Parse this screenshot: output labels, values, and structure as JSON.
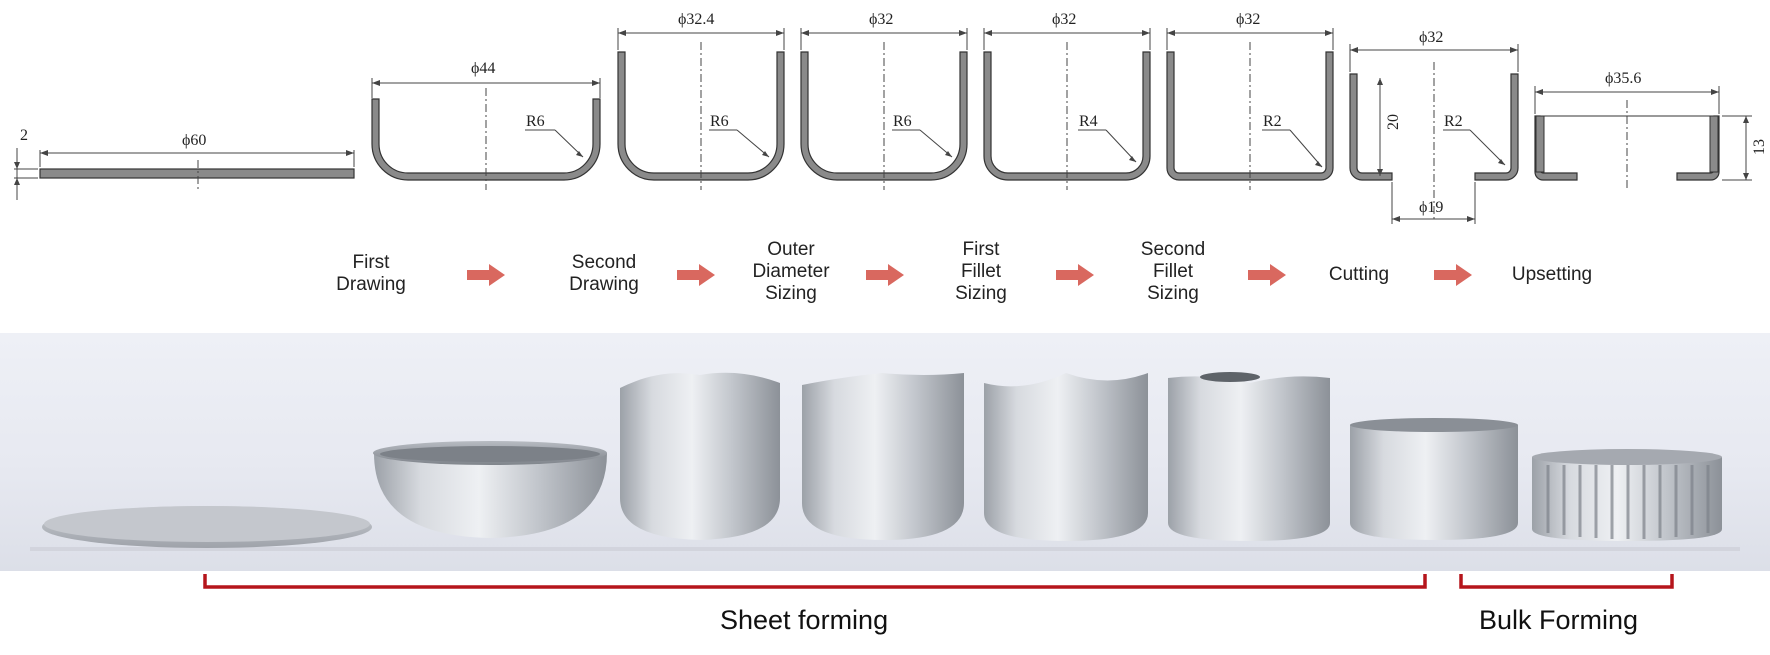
{
  "dimensions": {
    "blank_thickness": "2",
    "blank_dia": "ϕ60",
    "d1_dia": "ϕ44",
    "d1_r": "R6",
    "d2_dia": "ϕ32.4",
    "d2_r": "R6",
    "d3_dia": "ϕ32",
    "d3_r": "R6",
    "d4_dia": "ϕ32",
    "d4_r": "R4",
    "d5_dia": "ϕ32",
    "d5_r": "R2",
    "d6_dia": "ϕ32",
    "d6_height": "20",
    "d6_r": "R2",
    "d6_hole": "ϕ19",
    "d7_dia": "ϕ35.6",
    "d7_height": "13"
  },
  "steps": [
    {
      "line1": "First",
      "line2": "Drawing",
      "line3": ""
    },
    {
      "line1": "Second",
      "line2": "Drawing",
      "line3": ""
    },
    {
      "line1": "Outer",
      "line2": "Diameter",
      "line3": "Sizing"
    },
    {
      "line1": "First",
      "line2": "Fillet",
      "line3": "Sizing"
    },
    {
      "line1": "Second",
      "line2": "Fillet",
      "line3": "Sizing"
    },
    {
      "line1": "Cutting",
      "line2": "",
      "line3": ""
    },
    {
      "line1": "Upsetting",
      "line2": "",
      "line3": ""
    }
  ],
  "groups": {
    "sheet": "Sheet forming",
    "bulk": "Bulk Forming"
  },
  "colors": {
    "arrow": "#d9685f",
    "bracket": "#b5151b",
    "part_fill": "#8a8a8a",
    "metal_light": "#e4e6ea",
    "metal_dark": "#8e939a"
  }
}
